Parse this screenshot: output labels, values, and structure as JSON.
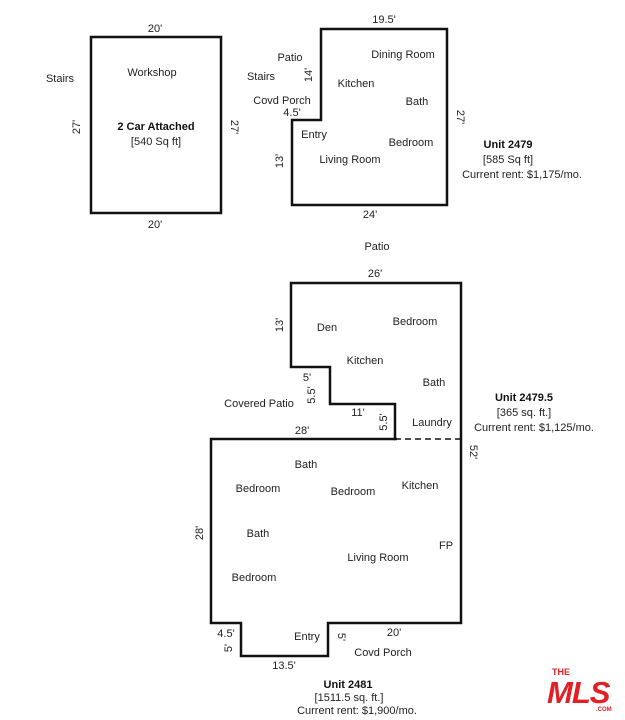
{
  "garage": {
    "outside_label": "Stairs",
    "workshop": "Workshop",
    "name": "2 Car Attached",
    "area": "[540 Sq ft]",
    "dim_top": "20'",
    "dim_bottom": "20'",
    "dim_left": "27'",
    "dim_right": "27'"
  },
  "unit_2479": {
    "title": "Unit 2479",
    "area": "[585 Sq ft]",
    "rent": "Current rent: $1,175/mo.",
    "rooms": {
      "patio": "Patio",
      "stairs": "Stairs",
      "covd_porch": "Covd Porch",
      "dining_room": "Dining Room",
      "kitchen": "Kitchen",
      "bath": "Bath",
      "entry": "Entry",
      "bedroom": "Bedroom",
      "living_room": "Living Room"
    },
    "dims": {
      "top": "19.5'",
      "left_upper": "14'",
      "step": "4.5'",
      "left_lower": "13'",
      "right": "27'",
      "bottom": "24'"
    }
  },
  "unit_2479_5": {
    "title": "Unit 2479.5",
    "area": "[365 sq. ft.]",
    "rent": "Current rent: $1,125/mo.",
    "rooms": {
      "patio": "Patio",
      "den": "Den",
      "bedroom": "Bedroom",
      "kitchen": "Kitchen",
      "bath": "Bath",
      "laundry": "Laundry",
      "covered_patio": "Covered Patio"
    },
    "dims": {
      "top": "26'",
      "left_upper": "13'",
      "step_a": "5'",
      "step_b": "5.5'",
      "ledge": "11'",
      "step_c": "5.5'",
      "right": "52'"
    }
  },
  "unit_2481": {
    "title": "Unit 2481",
    "area": "[1511.5 sq. ft.]",
    "rent": "Current rent: $1,900/mo.",
    "rooms": {
      "bath_top": "Bath",
      "bedroom_left": "Bedroom",
      "bedroom_mid": "Bedroom",
      "kitchen": "Kitchen",
      "bath_left": "Bath",
      "living_room": "Living Room",
      "fp": "FP",
      "bedroom_bottom": "Bedroom",
      "entry": "Entry",
      "covd_porch": "Covd Porch"
    },
    "dims": {
      "top": "28'",
      "left": "28'",
      "step_w": "4.5'",
      "step_h": "5'",
      "bottom": "13.5'",
      "notch": "5'",
      "bottom_right": "20'"
    }
  },
  "logo": {
    "main": "MLS",
    "prefix": "THE",
    "suffix": ".COM"
  },
  "colors": {
    "wall": "#111111",
    "text": "#222222",
    "logo": "#e31e24"
  }
}
